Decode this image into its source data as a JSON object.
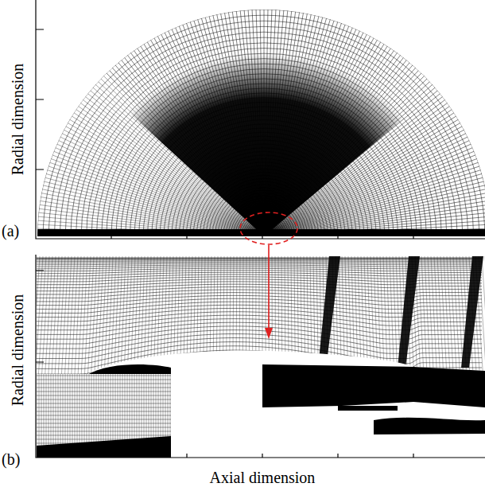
{
  "diagram": {
    "labels": [
      "Radial dimension",
      "(a)",
      "Radial dimension",
      "(b)",
      "Axial dimension"
    ]
  }
}
